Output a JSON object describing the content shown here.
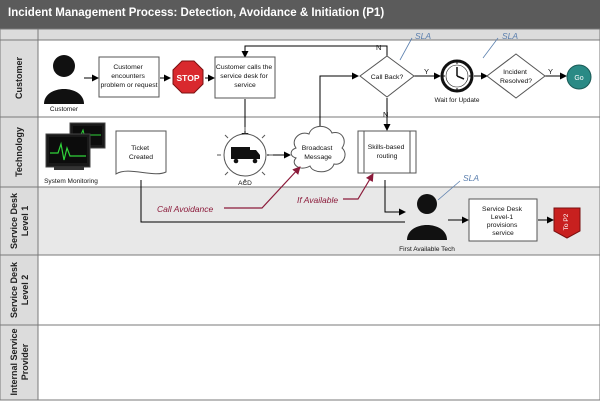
{
  "title": "Incident Management Process: Detection, Avoidance & Initiation (P1)",
  "lanes": [
    {
      "label_lines": [
        "Customer"
      ]
    },
    {
      "label_lines": [
        "Technology"
      ]
    },
    {
      "label_lines": [
        "Service Desk",
        "Level 1"
      ]
    },
    {
      "label_lines": [
        "Service Desk",
        "Level 2"
      ]
    },
    {
      "label_lines": [
        "Internal Service",
        "Provider"
      ]
    }
  ],
  "nodes": {
    "customer_caption": "Customer",
    "encounters_lines": [
      "Customer",
      "encounters",
      "problem or request"
    ],
    "stop_text": "STOP",
    "calls_lines": [
      "Customer calls the",
      "service desk for",
      "service"
    ],
    "call_back_lines": [
      "Call Back?"
    ],
    "wait_caption": "Wait for Update",
    "resolved_lines": [
      "Incident",
      "Resolved?"
    ],
    "go_text": "Go",
    "system_monitoring_caption": "System Monitoring",
    "ticket_lines": [
      "Ticket",
      "Created"
    ],
    "acd_caption": "ACD",
    "broadcast_lines": [
      "Broadcast",
      "Message"
    ],
    "skills_lines": [
      "Skills-based",
      "routing"
    ],
    "first_tech_caption": "First Available Tech",
    "sd_provisions_lines": [
      "Service Desk",
      "Level-1",
      "provisions",
      "service"
    ],
    "to_p2_text": "To P2"
  },
  "edge_labels": {
    "n_top": "N",
    "y_callback": "Y",
    "y_resolved": "Y",
    "n_down": "N",
    "sla_1": "SLA",
    "sla_2": "SLA",
    "sla_3": "SLA",
    "call_avoidance": "Call Avoidance",
    "if_available": "If Available"
  },
  "colors": {
    "header_bg": "#5b5b5b",
    "lane_label_bg": "#dcdcdc",
    "shaded_lane": "#e8e8e8",
    "stop_red": "#d9292e",
    "go_teal": "#2a8a85",
    "to_p2_red": "#c8201f",
    "annotation_maroon": "#8b1a3a",
    "sla_blue": "#5b7fae",
    "monitor_green": "#2fd23a"
  }
}
